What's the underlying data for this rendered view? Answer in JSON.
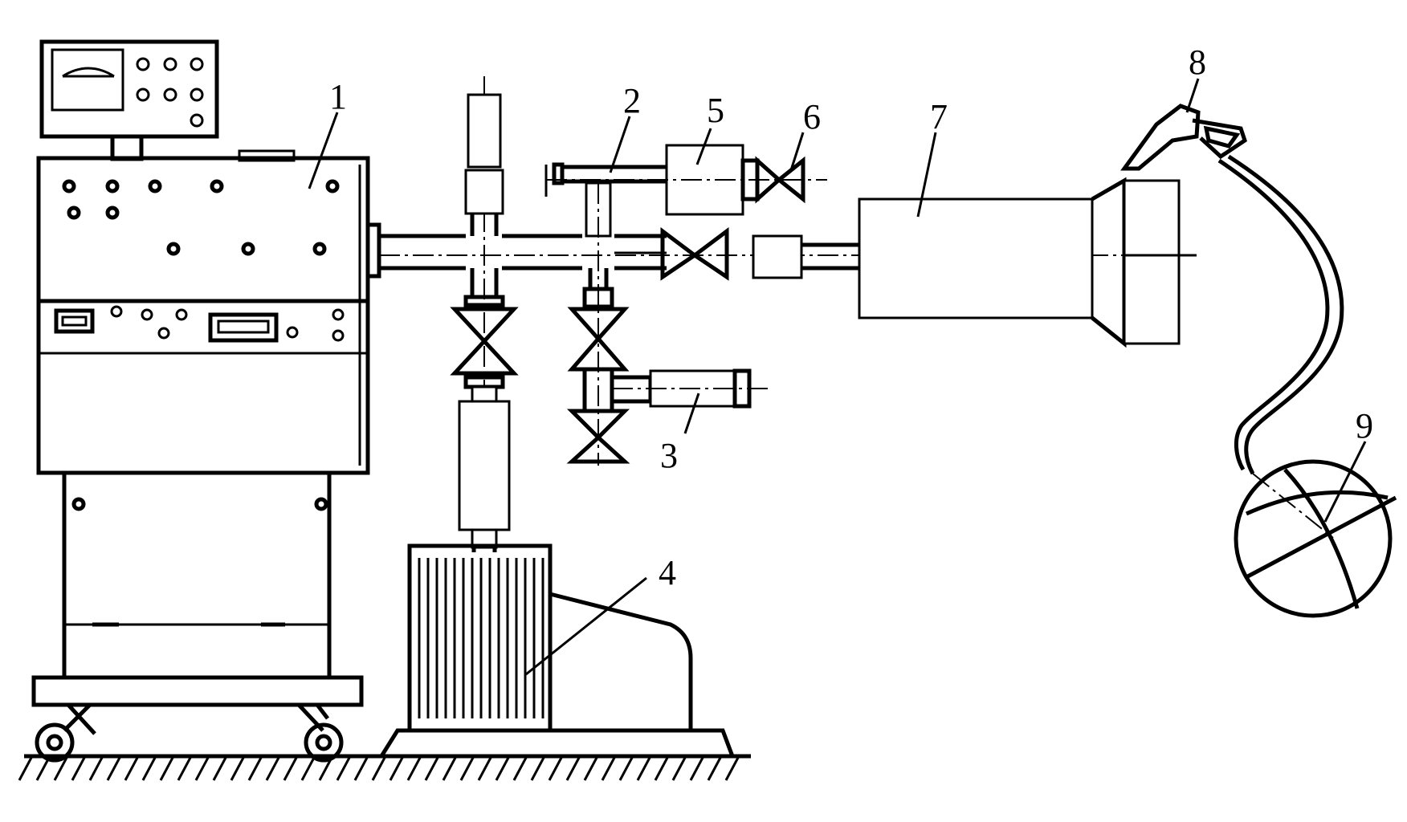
{
  "labels": [
    {
      "id": "label-1",
      "text": "1"
    },
    {
      "id": "label-2",
      "text": "2"
    },
    {
      "id": "label-3",
      "text": "3"
    },
    {
      "id": "label-4",
      "text": "4"
    },
    {
      "id": "label-5",
      "text": "5"
    },
    {
      "id": "label-6",
      "text": "6"
    },
    {
      "id": "label-7",
      "text": "7"
    },
    {
      "id": "label-8",
      "text": "8"
    },
    {
      "id": "label-9",
      "text": "9"
    }
  ],
  "colors": {
    "line": "#000000",
    "background": "#ffffff"
  }
}
